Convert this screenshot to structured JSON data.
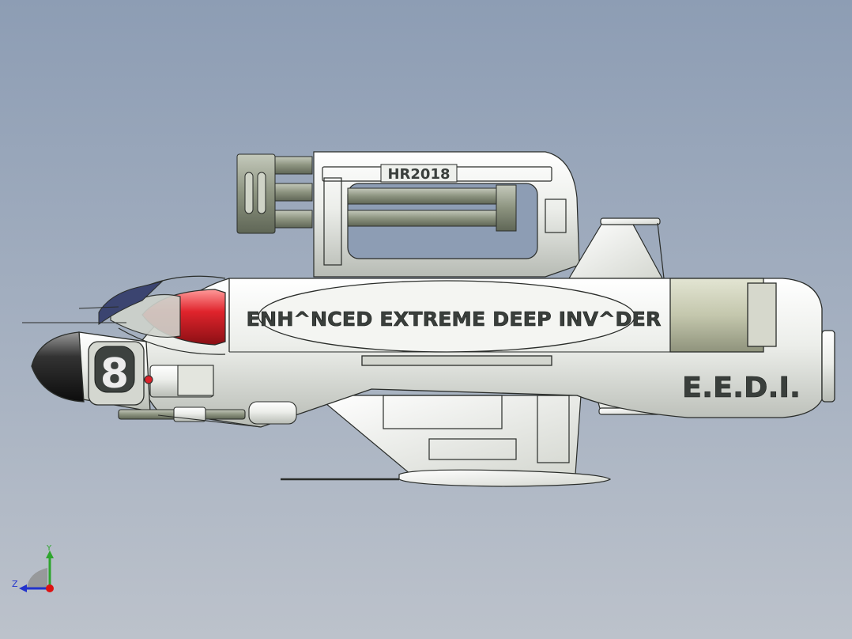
{
  "model": {
    "registration": "HR2018",
    "hull_title": "ENH^NCED EXTREME DEEP INV^DER",
    "hull_acronym": "E.E.D.I.",
    "nose_number": "8"
  },
  "triad": {
    "y_label": "Y",
    "z_label": "Z"
  },
  "colors": {
    "background_top": "#8d9db4",
    "background_bottom": "#bcc2cb",
    "hull": "#eef0ec",
    "engine_band": "#cdd0b8",
    "pipes": "#9aa18f",
    "nose_cone": "#222222",
    "red_cone": "#d9222a",
    "lettering": "#3a3f3c",
    "axis_y": "#2ea52e",
    "axis_z": "#2233cc",
    "axis_origin": "#dd1111"
  }
}
